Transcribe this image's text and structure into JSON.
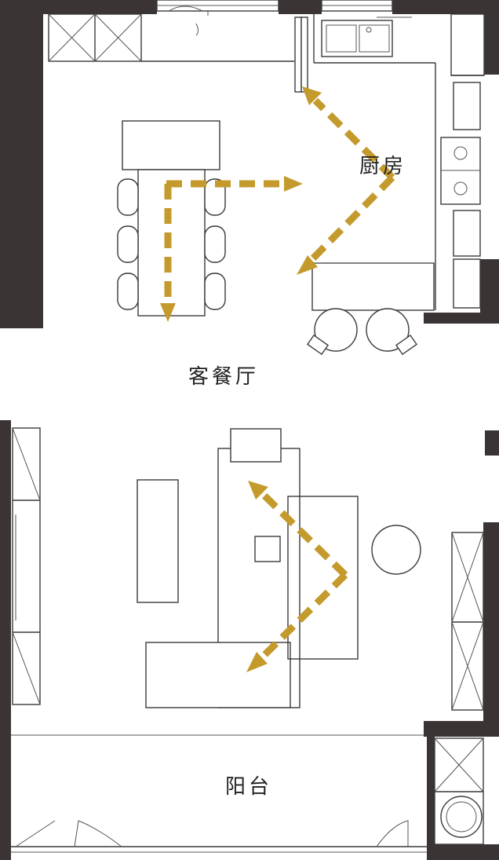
{
  "rooms": {
    "kitchen": "厨房",
    "living_dining": "客餐厅",
    "balcony": "阳台"
  },
  "colors": {
    "wall": "#3a3434",
    "line": "#3a3a3a",
    "flow_arrow": "#c49a2c",
    "background": "#ffffff"
  }
}
